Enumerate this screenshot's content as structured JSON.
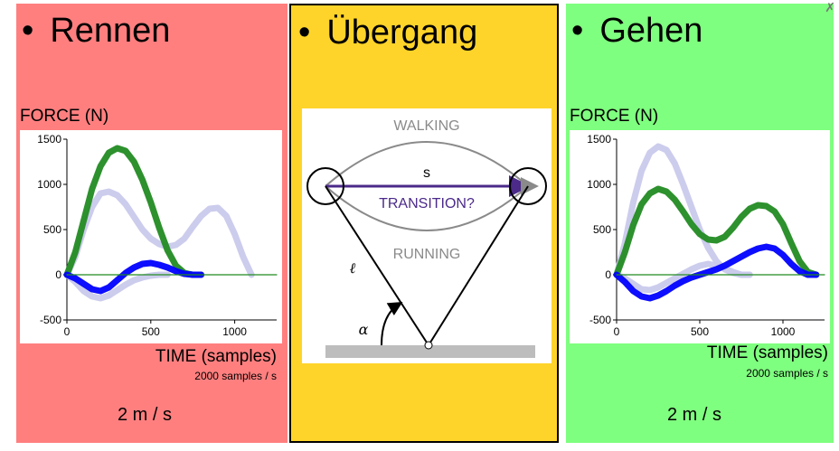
{
  "left_panel": {
    "title": "Rennen",
    "bullet": "•",
    "force_label": "FORCE (N)",
    "time_label": "TIME (samples)",
    "rate_label": "2000 samples / s",
    "speed_label": "2 m / s",
    "color": "#ff7f7f"
  },
  "middle_panel": {
    "title": "Übergang",
    "bullet": "•",
    "color": "#ffd42a",
    "diagram": {
      "walking_label": "WALKING",
      "running_label": "RUNNING",
      "transition_label": "TRANSITION?",
      "s_label": "s",
      "leg_label": "ℓ",
      "angle_label": "α"
    }
  },
  "right_panel": {
    "title": "Gehen",
    "bullet": "•",
    "force_label": "FORCE (N)",
    "time_label": "TIME (samples)",
    "rate_label": "2000 samples / s",
    "speed_label": "2 m / s",
    "color": "#7fff7f"
  },
  "chart_data": [
    {
      "type": "line",
      "title": "",
      "xlabel": "TIME (samples)",
      "ylabel": "FORCE (N)",
      "xlim": [
        0,
        1250
      ],
      "ylim": [
        -500,
        1500
      ],
      "x_ticks": [
        0,
        500,
        1000
      ],
      "y_ticks": [
        -500,
        0,
        500,
        1000,
        1500
      ],
      "series": [
        {
          "color": "#228b22",
          "x": [
            0,
            50,
            100,
            150,
            200,
            250,
            300,
            350,
            400,
            450,
            500,
            550,
            600,
            650,
            700,
            750,
            800
          ],
          "y": [
            0,
            250,
            600,
            950,
            1200,
            1350,
            1400,
            1370,
            1250,
            1050,
            800,
            520,
            270,
            100,
            20,
            0,
            0
          ]
        },
        {
          "color": "#0000ff",
          "x": [
            0,
            50,
            100,
            150,
            200,
            250,
            300,
            350,
            400,
            450,
            500,
            550,
            600,
            650,
            700,
            750,
            800
          ],
          "y": [
            0,
            -40,
            -100,
            -160,
            -180,
            -140,
            -60,
            20,
            80,
            120,
            130,
            110,
            80,
            40,
            10,
            0,
            0
          ]
        },
        {
          "color": "#c9c9ec",
          "x": [
            0,
            50,
            100,
            150,
            200,
            250,
            300,
            350,
            400,
            450,
            500,
            550,
            600,
            650,
            700,
            750,
            800,
            850,
            900,
            950,
            1000,
            1050,
            1100
          ],
          "y": [
            0,
            200,
            500,
            750,
            900,
            920,
            880,
            780,
            640,
            500,
            400,
            340,
            310,
            330,
            400,
            530,
            650,
            730,
            740,
            650,
            450,
            200,
            0
          ]
        },
        {
          "color": "#c9c9ec",
          "x": [
            0,
            50,
            100,
            150,
            200,
            250,
            300,
            350,
            400,
            450,
            500,
            550,
            600
          ],
          "y": [
            0,
            -80,
            -180,
            -240,
            -260,
            -230,
            -170,
            -110,
            -60,
            -30,
            -10,
            0,
            0
          ]
        },
        {
          "color": "#228b22",
          "x": [
            0,
            1250
          ],
          "y": [
            0,
            0
          ]
        }
      ]
    },
    {
      "type": "line",
      "title": "",
      "xlabel": "TIME (samples)",
      "ylabel": "FORCE (N)",
      "xlim": [
        0,
        1250
      ],
      "ylim": [
        -500,
        1500
      ],
      "x_ticks": [
        0,
        500,
        1000
      ],
      "y_ticks": [
        -500,
        0,
        500,
        1000,
        1500
      ],
      "series": [
        {
          "color": "#228b22",
          "x": [
            0,
            50,
            100,
            150,
            200,
            250,
            300,
            350,
            400,
            450,
            500,
            550,
            600,
            650,
            700,
            750,
            800,
            850,
            900,
            950,
            1000,
            1050,
            1100,
            1150,
            1200
          ],
          "y": [
            0,
            250,
            550,
            780,
            900,
            950,
            920,
            830,
            700,
            560,
            450,
            390,
            380,
            420,
            520,
            640,
            730,
            770,
            760,
            700,
            560,
            350,
            150,
            30,
            0
          ]
        },
        {
          "color": "#0000ff",
          "x": [
            0,
            50,
            100,
            150,
            200,
            250,
            300,
            350,
            400,
            450,
            500,
            550,
            600,
            650,
            700,
            750,
            800,
            850,
            900,
            950,
            1000,
            1050,
            1100,
            1150,
            1200
          ],
          "y": [
            0,
            -80,
            -180,
            -240,
            -260,
            -230,
            -180,
            -120,
            -70,
            -30,
            0,
            30,
            60,
            100,
            150,
            200,
            250,
            290,
            310,
            290,
            220,
            120,
            40,
            0,
            0
          ]
        },
        {
          "color": "#c9c9ec",
          "x": [
            0,
            50,
            100,
            150,
            200,
            250,
            300,
            350,
            400,
            450,
            500,
            550,
            600,
            650,
            700,
            750,
            800
          ],
          "y": [
            0,
            350,
            800,
            1150,
            1350,
            1420,
            1380,
            1230,
            1000,
            750,
            500,
            300,
            150,
            60,
            20,
            0,
            0
          ]
        },
        {
          "color": "#c9c9ec",
          "x": [
            0,
            50,
            100,
            150,
            200,
            250,
            300,
            350,
            400,
            450,
            500,
            550,
            600,
            650,
            700,
            750,
            800
          ],
          "y": [
            0,
            -40,
            -100,
            -160,
            -170,
            -140,
            -90,
            -40,
            10,
            60,
            100,
            120,
            100,
            70,
            30,
            0,
            0
          ]
        },
        {
          "color": "#228b22",
          "x": [
            0,
            1250
          ],
          "y": [
            0,
            0
          ]
        }
      ]
    }
  ]
}
